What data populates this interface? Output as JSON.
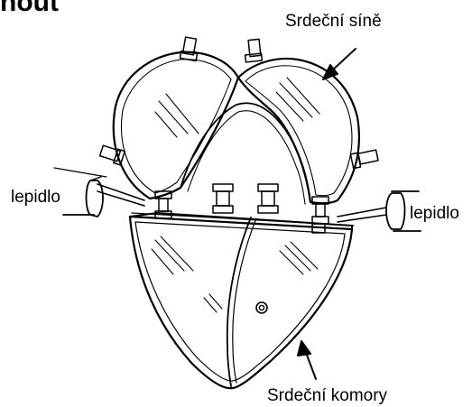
{
  "heading": "nout",
  "labels": {
    "atria": "Srdeční síně",
    "glue_left": "lepidlo",
    "glue_right": "lepidlo",
    "ventricles": "Srdeční komory"
  },
  "colors": {
    "ink": "#000000",
    "paper": "#ffffff"
  }
}
